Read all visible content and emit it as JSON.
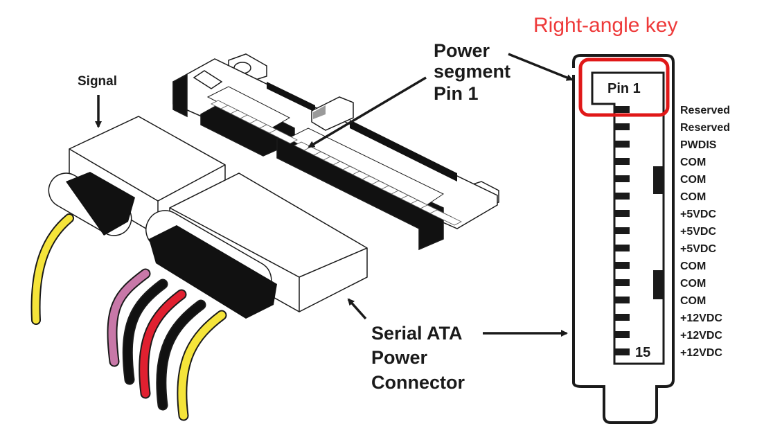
{
  "title": "Right-angle key",
  "labels": {
    "signal": "Signal",
    "power_segment": [
      "Power",
      "segment",
      "Pin 1"
    ],
    "sata_power_connector": [
      "Serial ATA",
      "Power",
      "Connector"
    ]
  },
  "pinout": {
    "first_pin_label": "Pin 1",
    "last_pin_label": "15",
    "pins": [
      "Reserved",
      "Reserved",
      "PWDIS",
      "COM",
      "COM",
      "COM",
      "+5VDC",
      "+5VDC",
      "+5VDC",
      "COM",
      "COM",
      "COM",
      "+12VDC",
      "+12VDC",
      "+12VDC"
    ]
  },
  "wire_colors": {
    "signal_wire": "#f5e43a",
    "power_wires": [
      "#c878a8",
      "#111111",
      "#e02030",
      "#111111",
      "#f5e43a"
    ]
  },
  "colors": {
    "highlight": "#e01818",
    "title": "#ee3a3a",
    "ink": "#1a1a1a"
  }
}
